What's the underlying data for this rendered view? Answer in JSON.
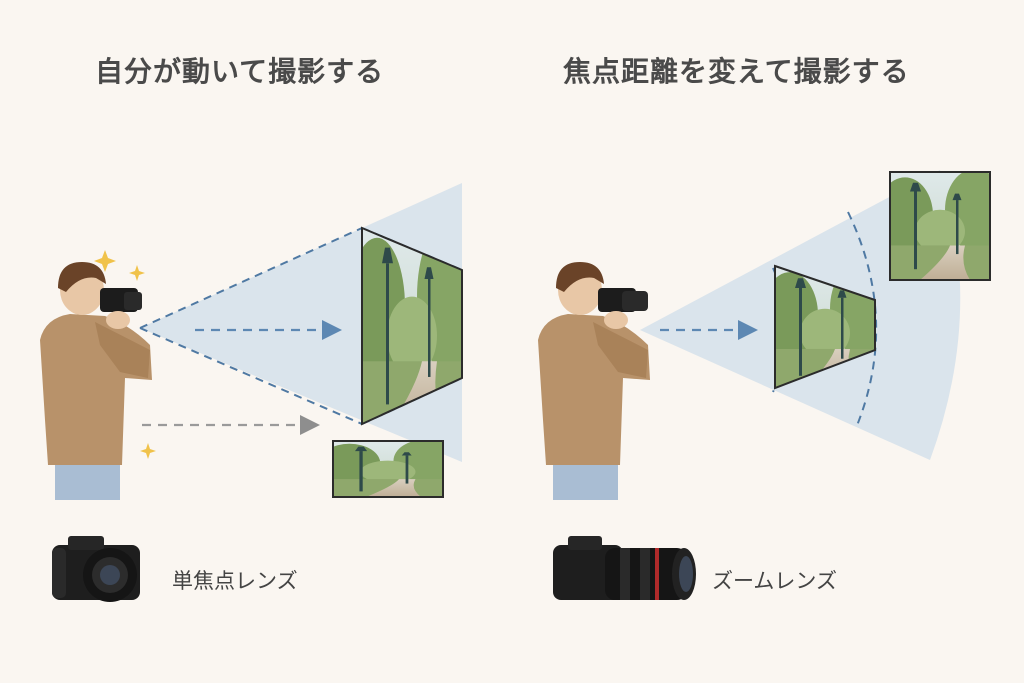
{
  "panels": {
    "left": {
      "title": "自分が動いて撮影する",
      "lens_label": "単焦点レンズ"
    },
    "right": {
      "title": "焦点距離を変えて撮影する",
      "lens_label": "ズームレンズ"
    }
  },
  "colors": {
    "background": "#faf6f1",
    "cone": "#cfdde9",
    "dash_blue": "#4f79a3",
    "dash_gray": "#9a9a9a",
    "arrow_blue": "#5d88b3",
    "jacket": "#b8926a",
    "sparkle": "#f0c24a"
  },
  "icons": {
    "left_camera": "mirrorless-camera-prime-lens-icon",
    "right_camera": "mirrorless-camera-zoom-lens-icon",
    "sparkle": "sparkle-icon"
  }
}
